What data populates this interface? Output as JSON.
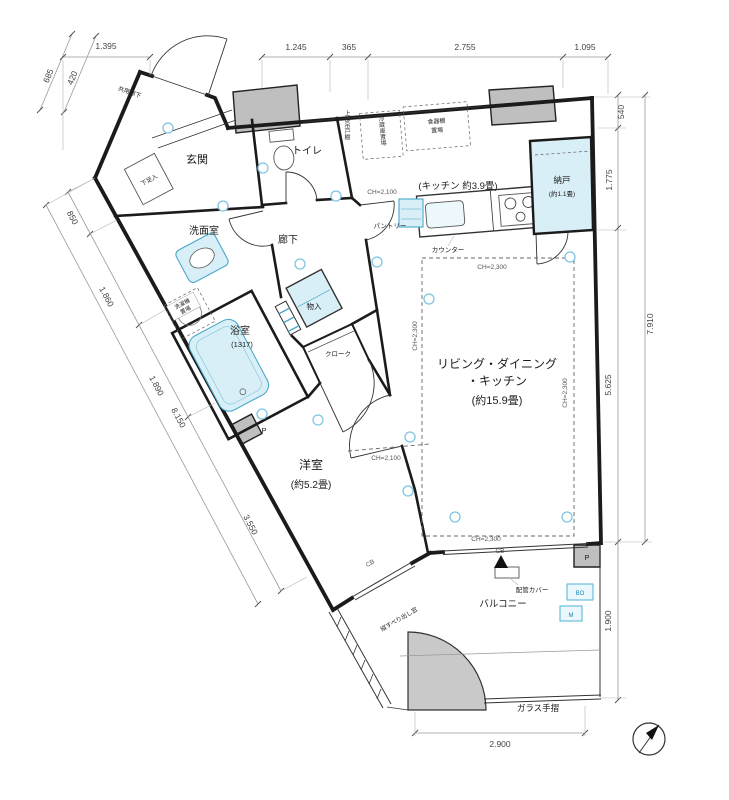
{
  "rooms": {
    "genkan": "玄関",
    "toilet": "トイレ",
    "washroom": "洗面室",
    "hall": "廊下",
    "bath": "浴室",
    "bath_size": "(1317)",
    "monoire": "物入",
    "cloak": "クローク",
    "kitchen": "(キッチン 約3.9畳)",
    "nando": "納戸",
    "nando_size": "(約1.1畳)",
    "pantry": "パントリー",
    "counter": "カウンター",
    "ldk1": "リビング・ダイニング",
    "ldk2": "・キッチン",
    "ldk3": "(約15.9畳)",
    "western": "洋室",
    "western_size": "(約5.2畳)",
    "balcony": "バルコニー",
    "corridor": "共用廊下"
  },
  "equip": {
    "fridge": "冷蔵庫置場",
    "cupboard1": "食器棚",
    "cupboard2": "置場",
    "washer1": "洗濯機",
    "washer2": "置場",
    "shoe": "下足入",
    "upper": "上部吊戸棚"
  },
  "notes": {
    "ch2100": "CH=2,100",
    "ch2300": "CH=2,300",
    "cb": "CB",
    "pipe": "配管カバー",
    "glass": "ガラス手摺",
    "window": "縦すべり出し窓",
    "p": "P",
    "bo": "BO",
    "m": "M"
  },
  "dims": {
    "d1395": "1.395",
    "d1245": "1.245",
    "d365": "365",
    "d2755": "2.755",
    "d1095": "1.095",
    "d685": "685",
    "d420": "420",
    "d850": "850",
    "d1860": "1.860",
    "d1890": "1.890",
    "d8150": "8.150",
    "d3550": "3.550",
    "d540": "540",
    "d1775": "1.775",
    "d7910": "7.910",
    "d5625": "5.625",
    "d1900": "1.900",
    "d2900": "2.900"
  }
}
